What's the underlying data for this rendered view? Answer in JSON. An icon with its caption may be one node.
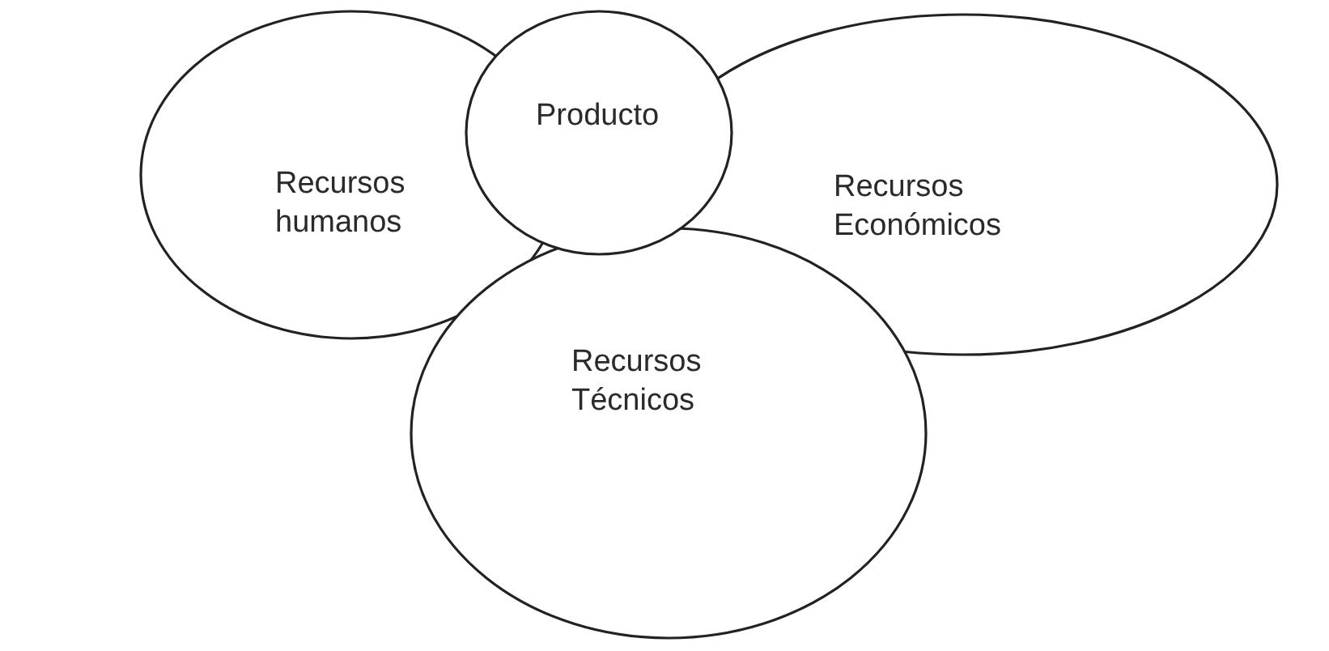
{
  "diagram": {
    "nodes": [
      {
        "text": [
          "Recursos humanos"
        ]
      },
      {
        "text": [
          "Producto"
        ]
      },
      {
        "text": [
          "Recursos Económicos"
        ]
      },
      {
        "text": [
          "Recursos Técnicos"
        ]
      }
    ]
  }
}
